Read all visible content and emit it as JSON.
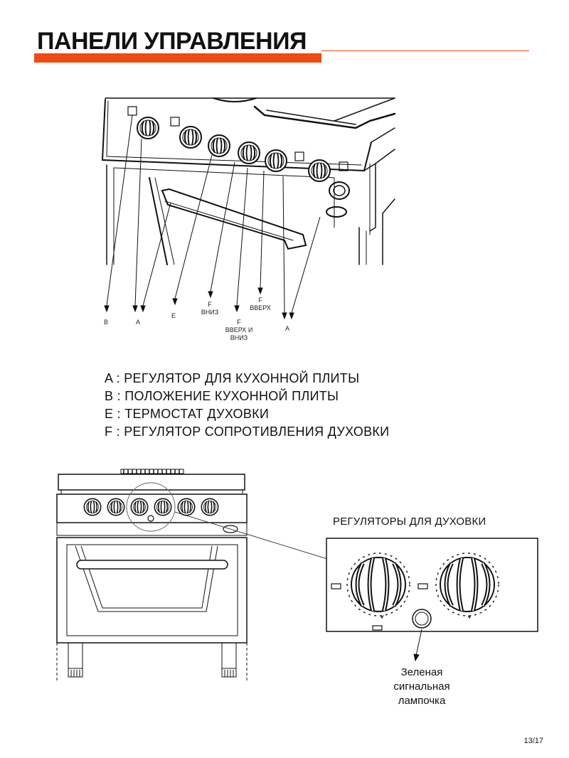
{
  "page": {
    "title": "ПАНЕЛИ УПРАВЛЕНИЯ",
    "page_number": "13/17",
    "accent_color": "#f04a14"
  },
  "callouts": {
    "b": "B",
    "a1": "A",
    "e": "E",
    "f_down_letter": "F",
    "f_down_word": "ВНИЗ",
    "f_updown_letter": "F",
    "f_updown_word1": "ВВЕРХ И",
    "f_updown_word2": "ВНИЗ",
    "f_up_letter": "F",
    "f_up_word": "ВВЕРХ",
    "a2": "A"
  },
  "legend": [
    "A :  РЕГУЛЯТОР ДЛЯ КУХОННОЙ ПЛИТЫ",
    "B :  ПОЛОЖЕНИЕ КУХОННОЙ ПЛИТЫ",
    "E :  ТЕРМОСТАТ ДУХОВКИ",
    "F :  РЕГУЛЯТОР СОПРОТИВЛЕНИЯ ДУХОВКИ"
  ],
  "oven_controls": {
    "title": "РЕГУЛЯТОРЫ ДЛЯ ДУХОВКИ",
    "lamp_line1": "Зеленая",
    "lamp_line2": "сигнальная",
    "lamp_line3": "лампочка"
  }
}
